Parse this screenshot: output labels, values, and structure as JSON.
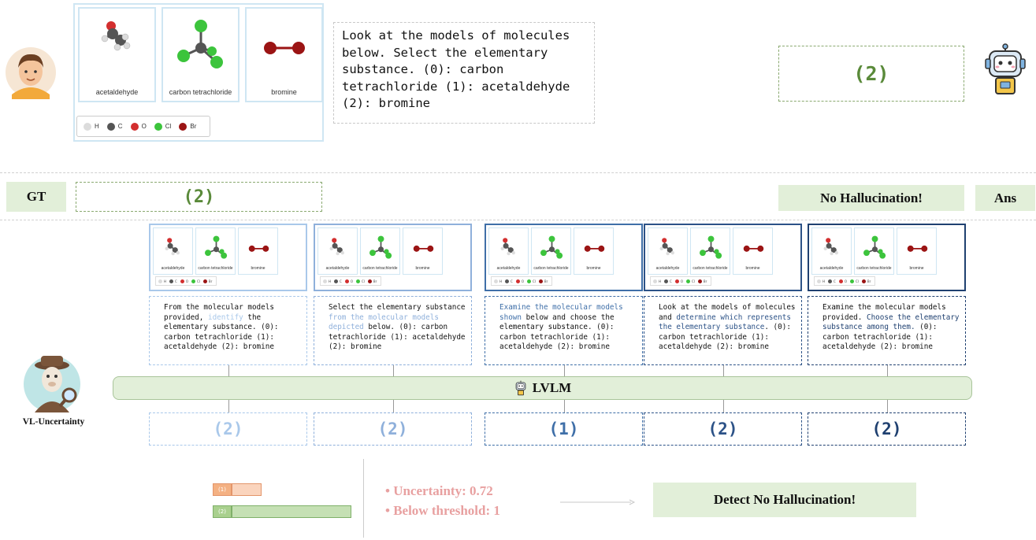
{
  "top": {
    "molecules": [
      {
        "name": "acetaldehyde"
      },
      {
        "name": "carbon tetrachloride"
      },
      {
        "name": "bromine"
      }
    ],
    "legend": [
      {
        "symbol": "H",
        "color": "#dcdcdc"
      },
      {
        "symbol": "C",
        "color": "#555555"
      },
      {
        "symbol": "O",
        "color": "#d32f2f"
      },
      {
        "symbol": "Cl",
        "color": "#3cc43c"
      },
      {
        "symbol": "Br",
        "color": "#9b1414"
      }
    ],
    "question": "Look at the models of molecules below. Select the elementary substance. (0): carbon tetrachloride (1): acetaldehyde (2): bromine",
    "model_answer": "(2)"
  },
  "gt_row": {
    "gt_label": "GT",
    "gt_value": "(2)",
    "verdict": "No Hallucination!",
    "ans_label": "Ans"
  },
  "lvlm_label": "LVLM",
  "method_label": "VL-Uncertainty",
  "variants": [
    {
      "pre": "From the molecular models provided, ",
      "hl": "identify",
      "post": " the elementary substance. (0): carbon tetrachloride (1): acetaldehyde (2): bromine",
      "answer": "(2)",
      "color": "#a9c8ea"
    },
    {
      "pre": "Select the elementary substance ",
      "hl": "from the molecular models depicted",
      "post": " below. (0): carbon tetrachloride (1): acetaldehyde (2): bromine",
      "answer": "(2)",
      "color": "#8fb0db"
    },
    {
      "pre": "",
      "hl": "Examine the molecular models shown",
      "post": " below and choose the elementary substance. (0): carbon tetrachloride (1): acetaldehyde (2): bromine",
      "answer": "(1)",
      "color": "#3f6fa8"
    },
    {
      "pre": "Look at the models of molecules and ",
      "hl": "determine which represents the elementary substance",
      "post": ". (0): carbon tetrachloride (1): acetaldehyde (2): bromine",
      "answer": "(2)",
      "color": "#2c5287"
    },
    {
      "pre": "Examine the molecular models provided. ",
      "hl": "Choose the elementary substance among them.",
      "post": " (0): carbon tetrachloride (1): acetaldehyde (2): bromine",
      "answer": "(2)",
      "color": "#1f4070"
    }
  ],
  "bottom": {
    "bars": [
      {
        "label": "(1)",
        "count": 1,
        "color": "#f4b183"
      },
      {
        "label": "(2)",
        "count": 4,
        "color": "#c5e0b4"
      }
    ],
    "bullets": [
      "Uncertainty: 0.72",
      "Below threshold: 1"
    ],
    "result": "Detect No Hallucination!"
  },
  "colors": {
    "green": "#5a8a3a",
    "green_fill": "#e2efd9",
    "bullet": "#e8a0a0"
  }
}
